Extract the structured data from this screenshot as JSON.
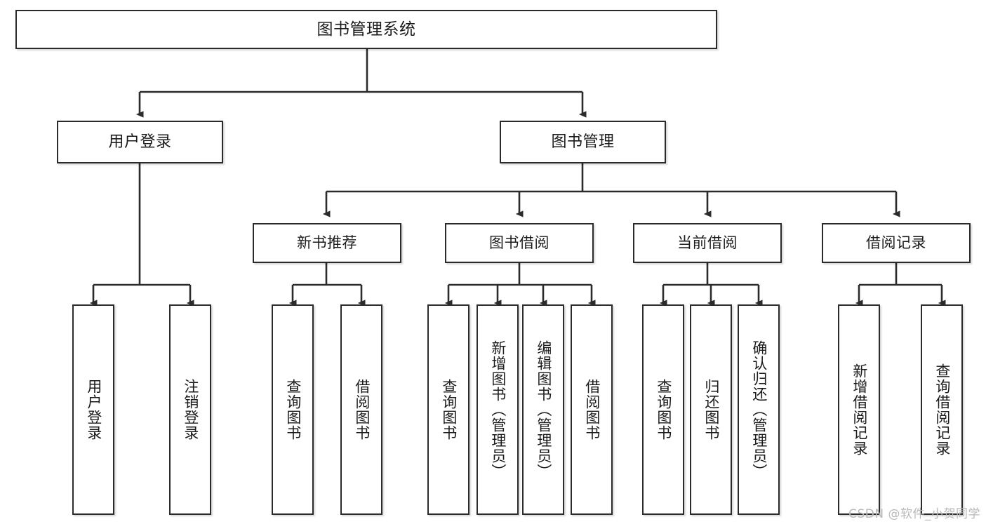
{
  "diagram": {
    "title": "图书管理系统",
    "type": "tree-hierarchy-diagram",
    "watermark": "CSDN @软件_小贺同学",
    "colors": {
      "box_border": "#2b2b2b",
      "box_fill": "#ffffff",
      "connector": "#2b2b2b",
      "text": "#1b1b1b",
      "watermark": "#b9b9b9",
      "background": "#ffffff"
    },
    "nodes": {
      "root": {
        "label": "图书管理系统"
      },
      "level2": [
        {
          "label": "用户登录"
        },
        {
          "label": "图书管理"
        }
      ],
      "level3": [
        {
          "label": "新书推荐"
        },
        {
          "label": "图书借阅"
        },
        {
          "label": "当前借阅"
        },
        {
          "label": "借阅记录"
        }
      ],
      "leaves": {
        "user_login": [
          {
            "label": "用户登录"
          },
          {
            "label": "注销登录"
          }
        ],
        "new_book_rec": [
          {
            "label": "查询图书"
          },
          {
            "label": "借阅图书"
          }
        ],
        "book_borrow": [
          {
            "label": "查询图书"
          },
          {
            "label": "新增图书（管理员）"
          },
          {
            "label": "编辑图书（管理员）"
          },
          {
            "label": "借阅图书"
          }
        ],
        "current_borrow": [
          {
            "label": "查询图书"
          },
          {
            "label": "归还图书"
          },
          {
            "label": "确认归还（管理员）"
          }
        ],
        "borrow_record": [
          {
            "label": "新增借阅记录"
          },
          {
            "label": "查询借阅记录"
          }
        ]
      }
    }
  }
}
